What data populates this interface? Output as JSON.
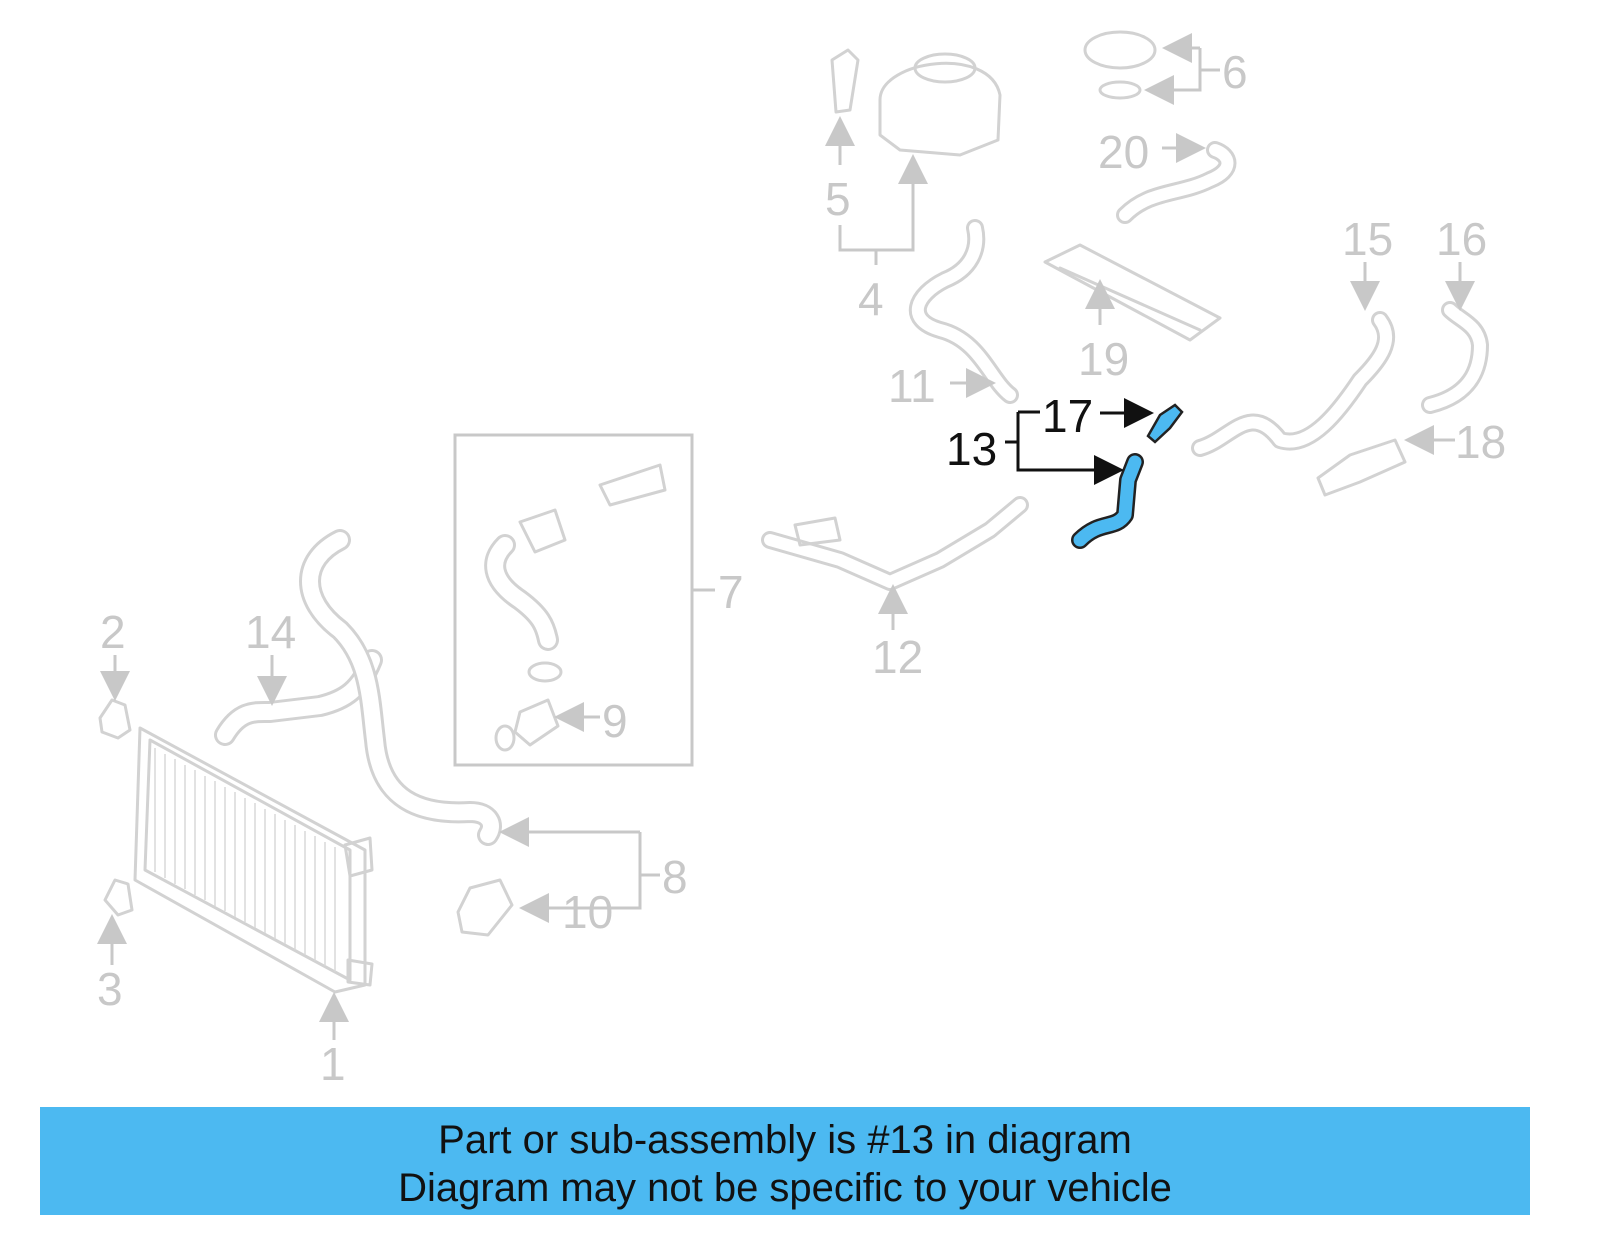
{
  "callouts": {
    "c1": "1",
    "c2": "2",
    "c3": "3",
    "c4": "4",
    "c5": "5",
    "c6": "6",
    "c7": "7",
    "c8": "8",
    "c9": "9",
    "c10": "10",
    "c11": "11",
    "c12": "12",
    "c13": "13",
    "c14": "14",
    "c15": "15",
    "c16": "16",
    "c17": "17",
    "c18": "18",
    "c19": "19",
    "c20": "20"
  },
  "highlight": {
    "part_number": "13",
    "color": "#4cb9f1"
  },
  "banner": {
    "line1": "Part or sub-assembly is #13 in diagram",
    "line2": "Diagram may not be specific to your vehicle",
    "color": "#4cb9f1"
  }
}
